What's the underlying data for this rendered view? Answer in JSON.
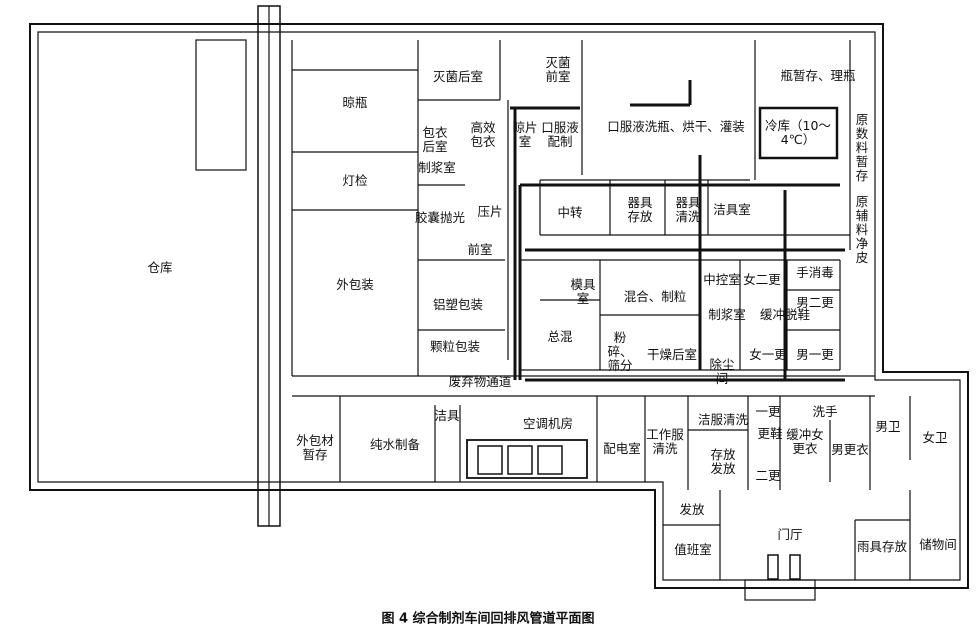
{
  "title": "图 4   综合制剂车间回排风管道平面图",
  "rooms": [
    {
      "id": "warehouse",
      "text": "仓库"
    },
    {
      "id": "bottle-cooling",
      "text": "晾瓶"
    },
    {
      "id": "light-inspection",
      "text": "灯检"
    },
    {
      "id": "outer-packing",
      "text": "外包装"
    },
    {
      "id": "post-sterilization",
      "text": "灭菌后室"
    },
    {
      "id": "pre-sterilization",
      "text": "灭菌前室"
    },
    {
      "id": "bottle-storage",
      "text": "瓶暂存、理瓶"
    },
    {
      "id": "cold-storage",
      "text": "冷库（10～4℃）"
    },
    {
      "id": "raw-material-storage",
      "text": "原数料暂存"
    },
    {
      "id": "raw-material-cleaning",
      "text": "原辅料净皮"
    },
    {
      "id": "oral-liquid-filling",
      "text": "口服液洗瓶、烘干、灌装"
    },
    {
      "id": "coating-back-room",
      "text": "包衣后室"
    },
    {
      "id": "efficient-coating",
      "text": "高效包衣"
    },
    {
      "id": "tablet-cooling",
      "text": "晾片室"
    },
    {
      "id": "oral-liquid-prep",
      "text": "口服液配制"
    },
    {
      "id": "slurry-room-1",
      "text": "制浆室"
    },
    {
      "id": "capsule-polishing",
      "text": "胶囊抛光"
    },
    {
      "id": "tablet-press",
      "text": "压片"
    },
    {
      "id": "anteroom",
      "text": "前室"
    },
    {
      "id": "transfer",
      "text": "中转"
    },
    {
      "id": "tool-storage",
      "text": "器具存放"
    },
    {
      "id": "tool-cleaning",
      "text": "器具清洗"
    },
    {
      "id": "cleaning-tools",
      "text": "洁具室"
    },
    {
      "id": "mold-room",
      "text": "模具室"
    },
    {
      "id": "mixing-granulating",
      "text": "混合、制粒"
    },
    {
      "id": "total-mixing",
      "text": "总混"
    },
    {
      "id": "crushing-sieving",
      "text": "粉碎、筛分"
    },
    {
      "id": "drying-back-room",
      "text": "干燥后室"
    },
    {
      "id": "control-room",
      "text": "中控室"
    },
    {
      "id": "female-change-2",
      "text": "女二更"
    },
    {
      "id": "hand-disinfect",
      "text": "手消毒"
    },
    {
      "id": "male-change-2",
      "text": "男二更"
    },
    {
      "id": "slurry-room-2",
      "text": "制浆室"
    },
    {
      "id": "buffer-shoe",
      "text": "缓冲脱鞋"
    },
    {
      "id": "dust-removal",
      "text": "除尘间"
    },
    {
      "id": "female-change-1",
      "text": "女一更"
    },
    {
      "id": "male-change-1",
      "text": "男一更"
    },
    {
      "id": "alu-plastic-packing",
      "text": "铝塑包装"
    },
    {
      "id": "granule-packing",
      "text": "颗粒包装"
    },
    {
      "id": "waste-corridor",
      "text": "废弃物通道"
    },
    {
      "id": "outer-material-storage",
      "text": "外包材暂存"
    },
    {
      "id": "pure-water",
      "text": "纯水制备"
    },
    {
      "id": "janitor",
      "text": "洁具"
    },
    {
      "id": "ac-room",
      "text": "空调机房"
    },
    {
      "id": "power-room",
      "text": "配电室"
    },
    {
      "id": "uniform-washing",
      "text": "工作服清洗"
    },
    {
      "id": "clean-clothes-washing",
      "text": "洁服清洗"
    },
    {
      "id": "store-dispense",
      "text": "存放发放"
    },
    {
      "id": "first-change",
      "text": "一更"
    },
    {
      "id": "shoe-change",
      "text": "更鞋"
    },
    {
      "id": "buffer-female-change",
      "text": "缓冲女更衣"
    },
    {
      "id": "second-change",
      "text": "二更"
    },
    {
      "id": "hand-wash",
      "text": "洗手"
    },
    {
      "id": "male-locker",
      "text": "男更衣"
    },
    {
      "id": "male-toilet",
      "text": "男卫"
    },
    {
      "id": "female-toilet",
      "text": "女卫"
    },
    {
      "id": "dispense",
      "text": "发放"
    },
    {
      "id": "lobby",
      "text": "门厅"
    },
    {
      "id": "duty-room",
      "text": "值班室"
    },
    {
      "id": "rain-gear",
      "text": "雨具存放"
    },
    {
      "id": "storeroom",
      "text": "储物间"
    }
  ]
}
